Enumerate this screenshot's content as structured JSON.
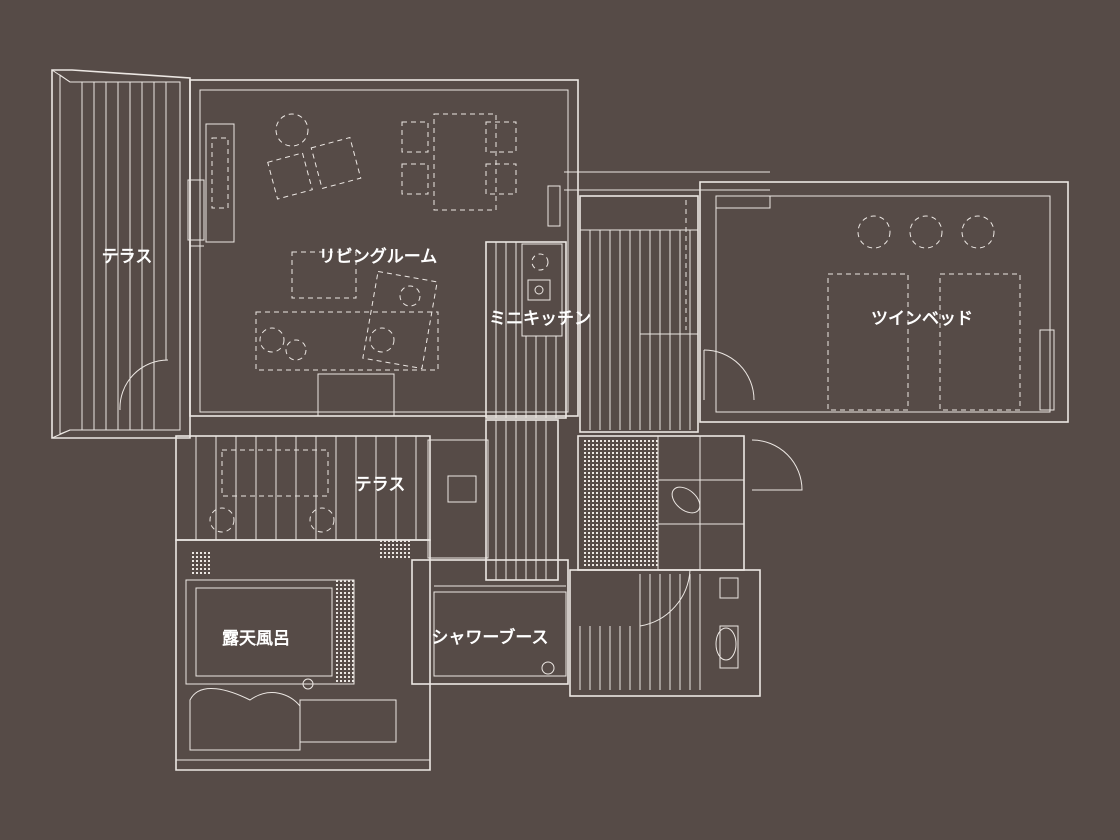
{
  "rooms": {
    "terrace_west": "テラス",
    "living": "リビングルーム",
    "kitchen": "ミニキッチン",
    "bedroom": "ツインベッド",
    "terrace_south": "テラス",
    "bath": "露天風呂",
    "shower": "シャワーブース"
  },
  "colors": {
    "background": "#564b47",
    "line": "#ece7e3",
    "label": "#ffffff"
  }
}
